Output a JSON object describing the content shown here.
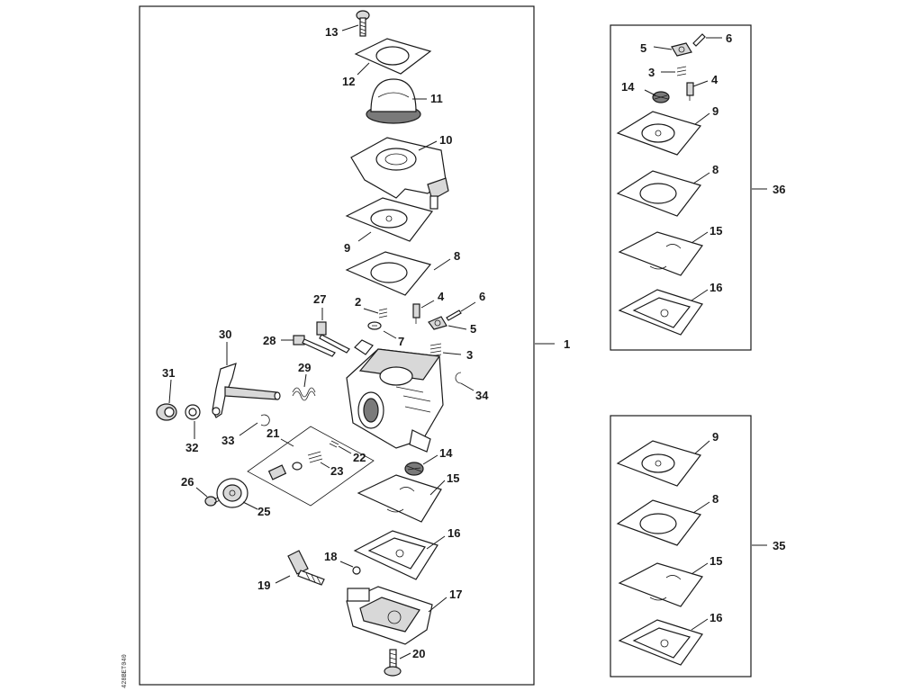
{
  "diagram": {
    "drawing_code": "428BET040",
    "main_assembly": {
      "group_label": "1",
      "callouts": [
        "13",
        "12",
        "11",
        "10",
        "9",
        "8",
        "27",
        "2",
        "4",
        "6",
        "5",
        "7",
        "3",
        "28",
        "30",
        "29",
        "31",
        "32",
        "33",
        "34",
        "21",
        "22",
        "23",
        "14",
        "15",
        "26",
        "25",
        "16",
        "18",
        "19",
        "17",
        "20"
      ]
    },
    "kit_upper": {
      "group_label": "36",
      "callouts": [
        "5",
        "6",
        "3",
        "4",
        "14",
        "9",
        "8",
        "15",
        "16"
      ]
    },
    "kit_lower": {
      "group_label": "35",
      "callouts": [
        "9",
        "8",
        "15",
        "16"
      ]
    }
  }
}
